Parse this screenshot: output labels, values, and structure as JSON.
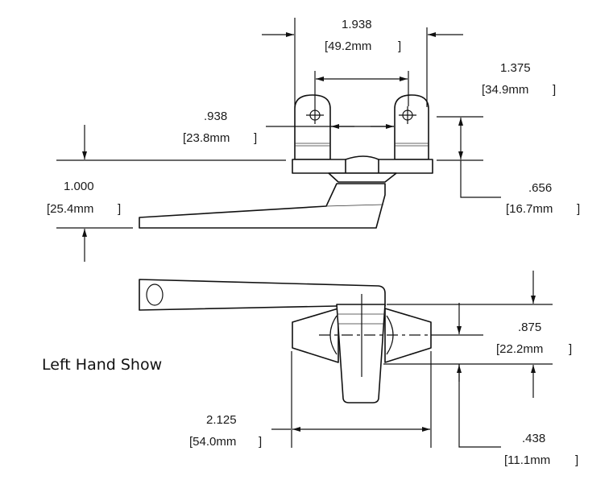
{
  "caption": "Left Hand Show",
  "dimensions": {
    "mount_outer_width": {
      "inch": "1.938",
      "mm": "[49.2mm",
      "close": "]"
    },
    "mount_center_spacing": {
      "inch": "1.375",
      "mm": "[34.9mm",
      "close": "]"
    },
    "mount_inner_gap": {
      "inch": ".938",
      "mm": "[23.8mm",
      "close": "]"
    },
    "lever_height": {
      "inch": "1.000",
      "mm": "[25.4mm",
      "close": "]"
    },
    "mount_height": {
      "inch": ".656",
      "mm": "[16.7mm",
      "close": "]"
    },
    "base_depth": {
      "inch": ".875",
      "mm": "[22.2mm",
      "close": "]"
    },
    "base_half_depth": {
      "inch": ".438",
      "mm": "[11.1mm",
      "close": "]"
    },
    "base_width": {
      "inch": "2.125",
      "mm": "[54.0mm",
      "close": "]"
    }
  }
}
